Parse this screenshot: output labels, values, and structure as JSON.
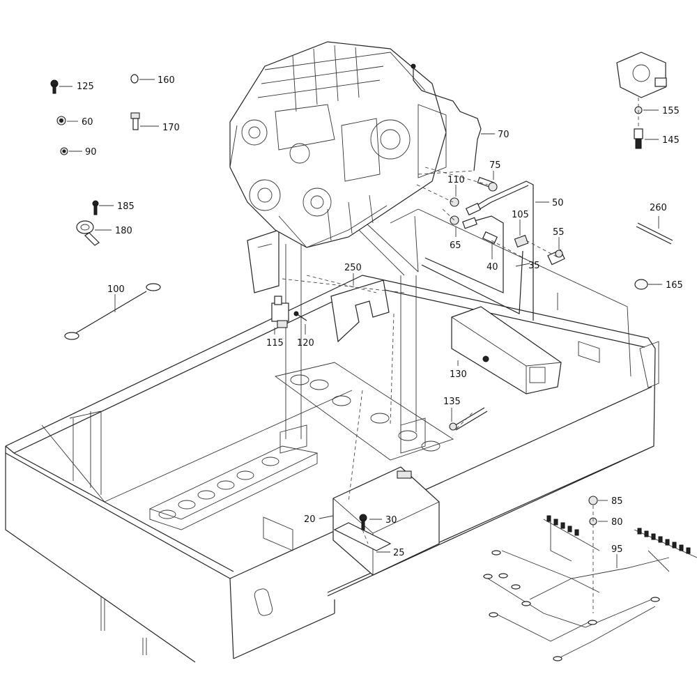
{
  "callouts": {
    "c125": "125",
    "c160": "160",
    "c60": "60",
    "c170": "170",
    "c90": "90",
    "c185": "185",
    "c180": "180",
    "c100": "100",
    "c250": "250",
    "c115": "115",
    "c120": "120",
    "c70": "70",
    "c75": "75",
    "c110": "110",
    "c50": "50",
    "c105": "105",
    "c55": "55",
    "c65": "65",
    "c40": "40",
    "c35": "35",
    "c130": "130",
    "c135": "135",
    "c155": "155",
    "c145": "145",
    "c260": "260",
    "c165": "165",
    "c20": "20",
    "c30": "30",
    "c25": "25",
    "c85": "85",
    "c80": "80",
    "c95": "95"
  }
}
